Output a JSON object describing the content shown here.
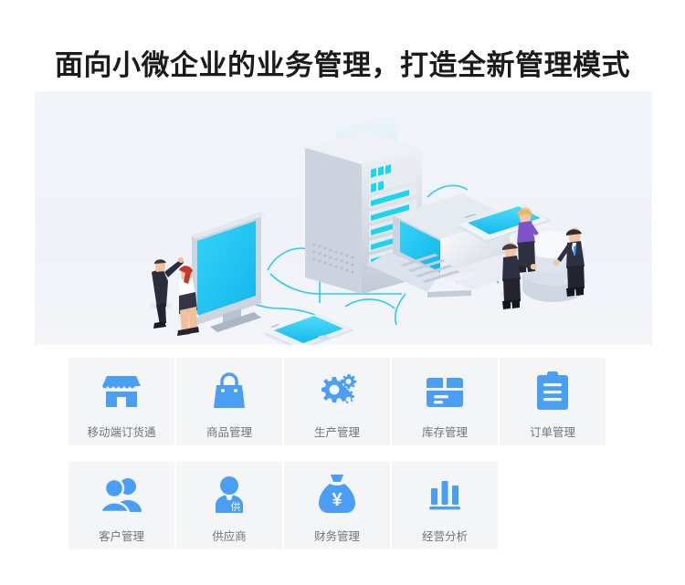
{
  "page": {
    "title": "面向小微企业的业务管理，打造全新管理模式",
    "background": "#ffffff",
    "accent_blue": "#4a9ef5",
    "panel_bg": "#f4f5f7",
    "hero_bg": "#f0f3f7",
    "label_color": "#70767b"
  },
  "hero": {
    "alt": "isometric-network-illustration",
    "elements": [
      "server-rack",
      "desktop-monitor",
      "smartphone",
      "laptop",
      "tablet",
      "database-cylinder",
      "business-people",
      "connection-lines"
    ],
    "line_color": "#29c6f4",
    "screen_color": "#23c9f5"
  },
  "features": {
    "rows": [
      {
        "items": [
          {
            "icon": "storefront-icon",
            "label": "移动端订货通"
          },
          {
            "icon": "shopping-bag-icon",
            "label": "商品管理"
          },
          {
            "icon": "gears-icon",
            "label": "生产管理"
          },
          {
            "icon": "box-icon",
            "label": "库存管理"
          },
          {
            "icon": "clipboard-icon",
            "label": "订单管理"
          }
        ]
      },
      {
        "items": [
          {
            "icon": "two-users-icon",
            "label": "客户管理"
          },
          {
            "icon": "supplier-person-icon",
            "label": "供应商",
            "glyph": "供"
          },
          {
            "icon": "money-bag-icon",
            "label": "财务管理",
            "glyph": "¥"
          },
          {
            "icon": "bar-chart-icon",
            "label": "经营分析"
          }
        ]
      }
    ]
  }
}
